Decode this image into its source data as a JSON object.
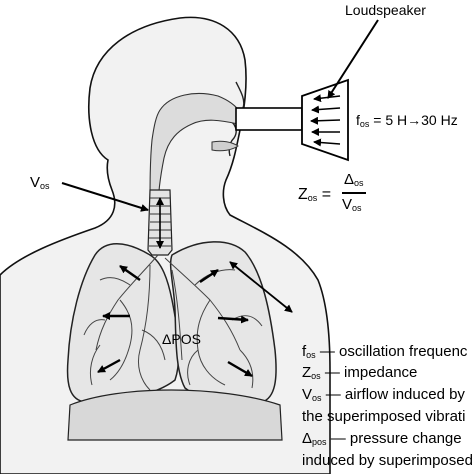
{
  "labels": {
    "loudspeaker": "Loudspeaker",
    "fos_symbol": "f",
    "fos_sub": "os",
    "fos_value": "= 5 H→30 Hz",
    "vos_symbol": "V",
    "vos_sub": "os",
    "zos_symbol": "Z",
    "zos_sub": "os",
    "zos_equals": "=",
    "frac_num_symbol": "Δ",
    "frac_num_sub": "os",
    "frac_den_symbol": "V",
    "frac_den_sub": "os",
    "dpos": "ΔPOS"
  },
  "legend": [
    {
      "symbol": "f",
      "sub": "os",
      "text": " — oscillation frequenc"
    },
    {
      "symbol": "Z",
      "sub": "os",
      "text": " —  impedance"
    },
    {
      "symbol": "V",
      "sub": "os",
      "text": " —  airflow induced by"
    },
    {
      "symbol": "",
      "sub": "",
      "text": "the superimposed vibrati"
    },
    {
      "symbol": "Δ",
      "sub": "pos",
      "text": " — pressure change"
    },
    {
      "symbol": "",
      "sub": "",
      "text": "induced by superimposed"
    }
  ]
}
